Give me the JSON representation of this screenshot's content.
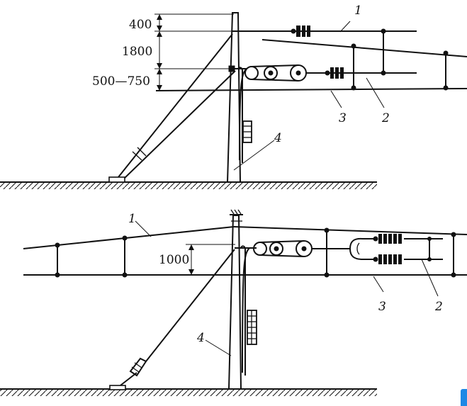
{
  "colors": {
    "line": "#111111",
    "background": "#ffffff",
    "corner_badge": "#1e88e5"
  },
  "top_view": {
    "dimensions": [
      "400",
      "1800",
      "500—750"
    ],
    "labels": {
      "l1": "1",
      "l2": "2",
      "l3": "3",
      "l4": "4"
    }
  },
  "bottom_view": {
    "dimensions": [
      "1000"
    ],
    "labels": {
      "l1": "1",
      "l2": "2",
      "l3": "3",
      "l4": "4"
    }
  }
}
